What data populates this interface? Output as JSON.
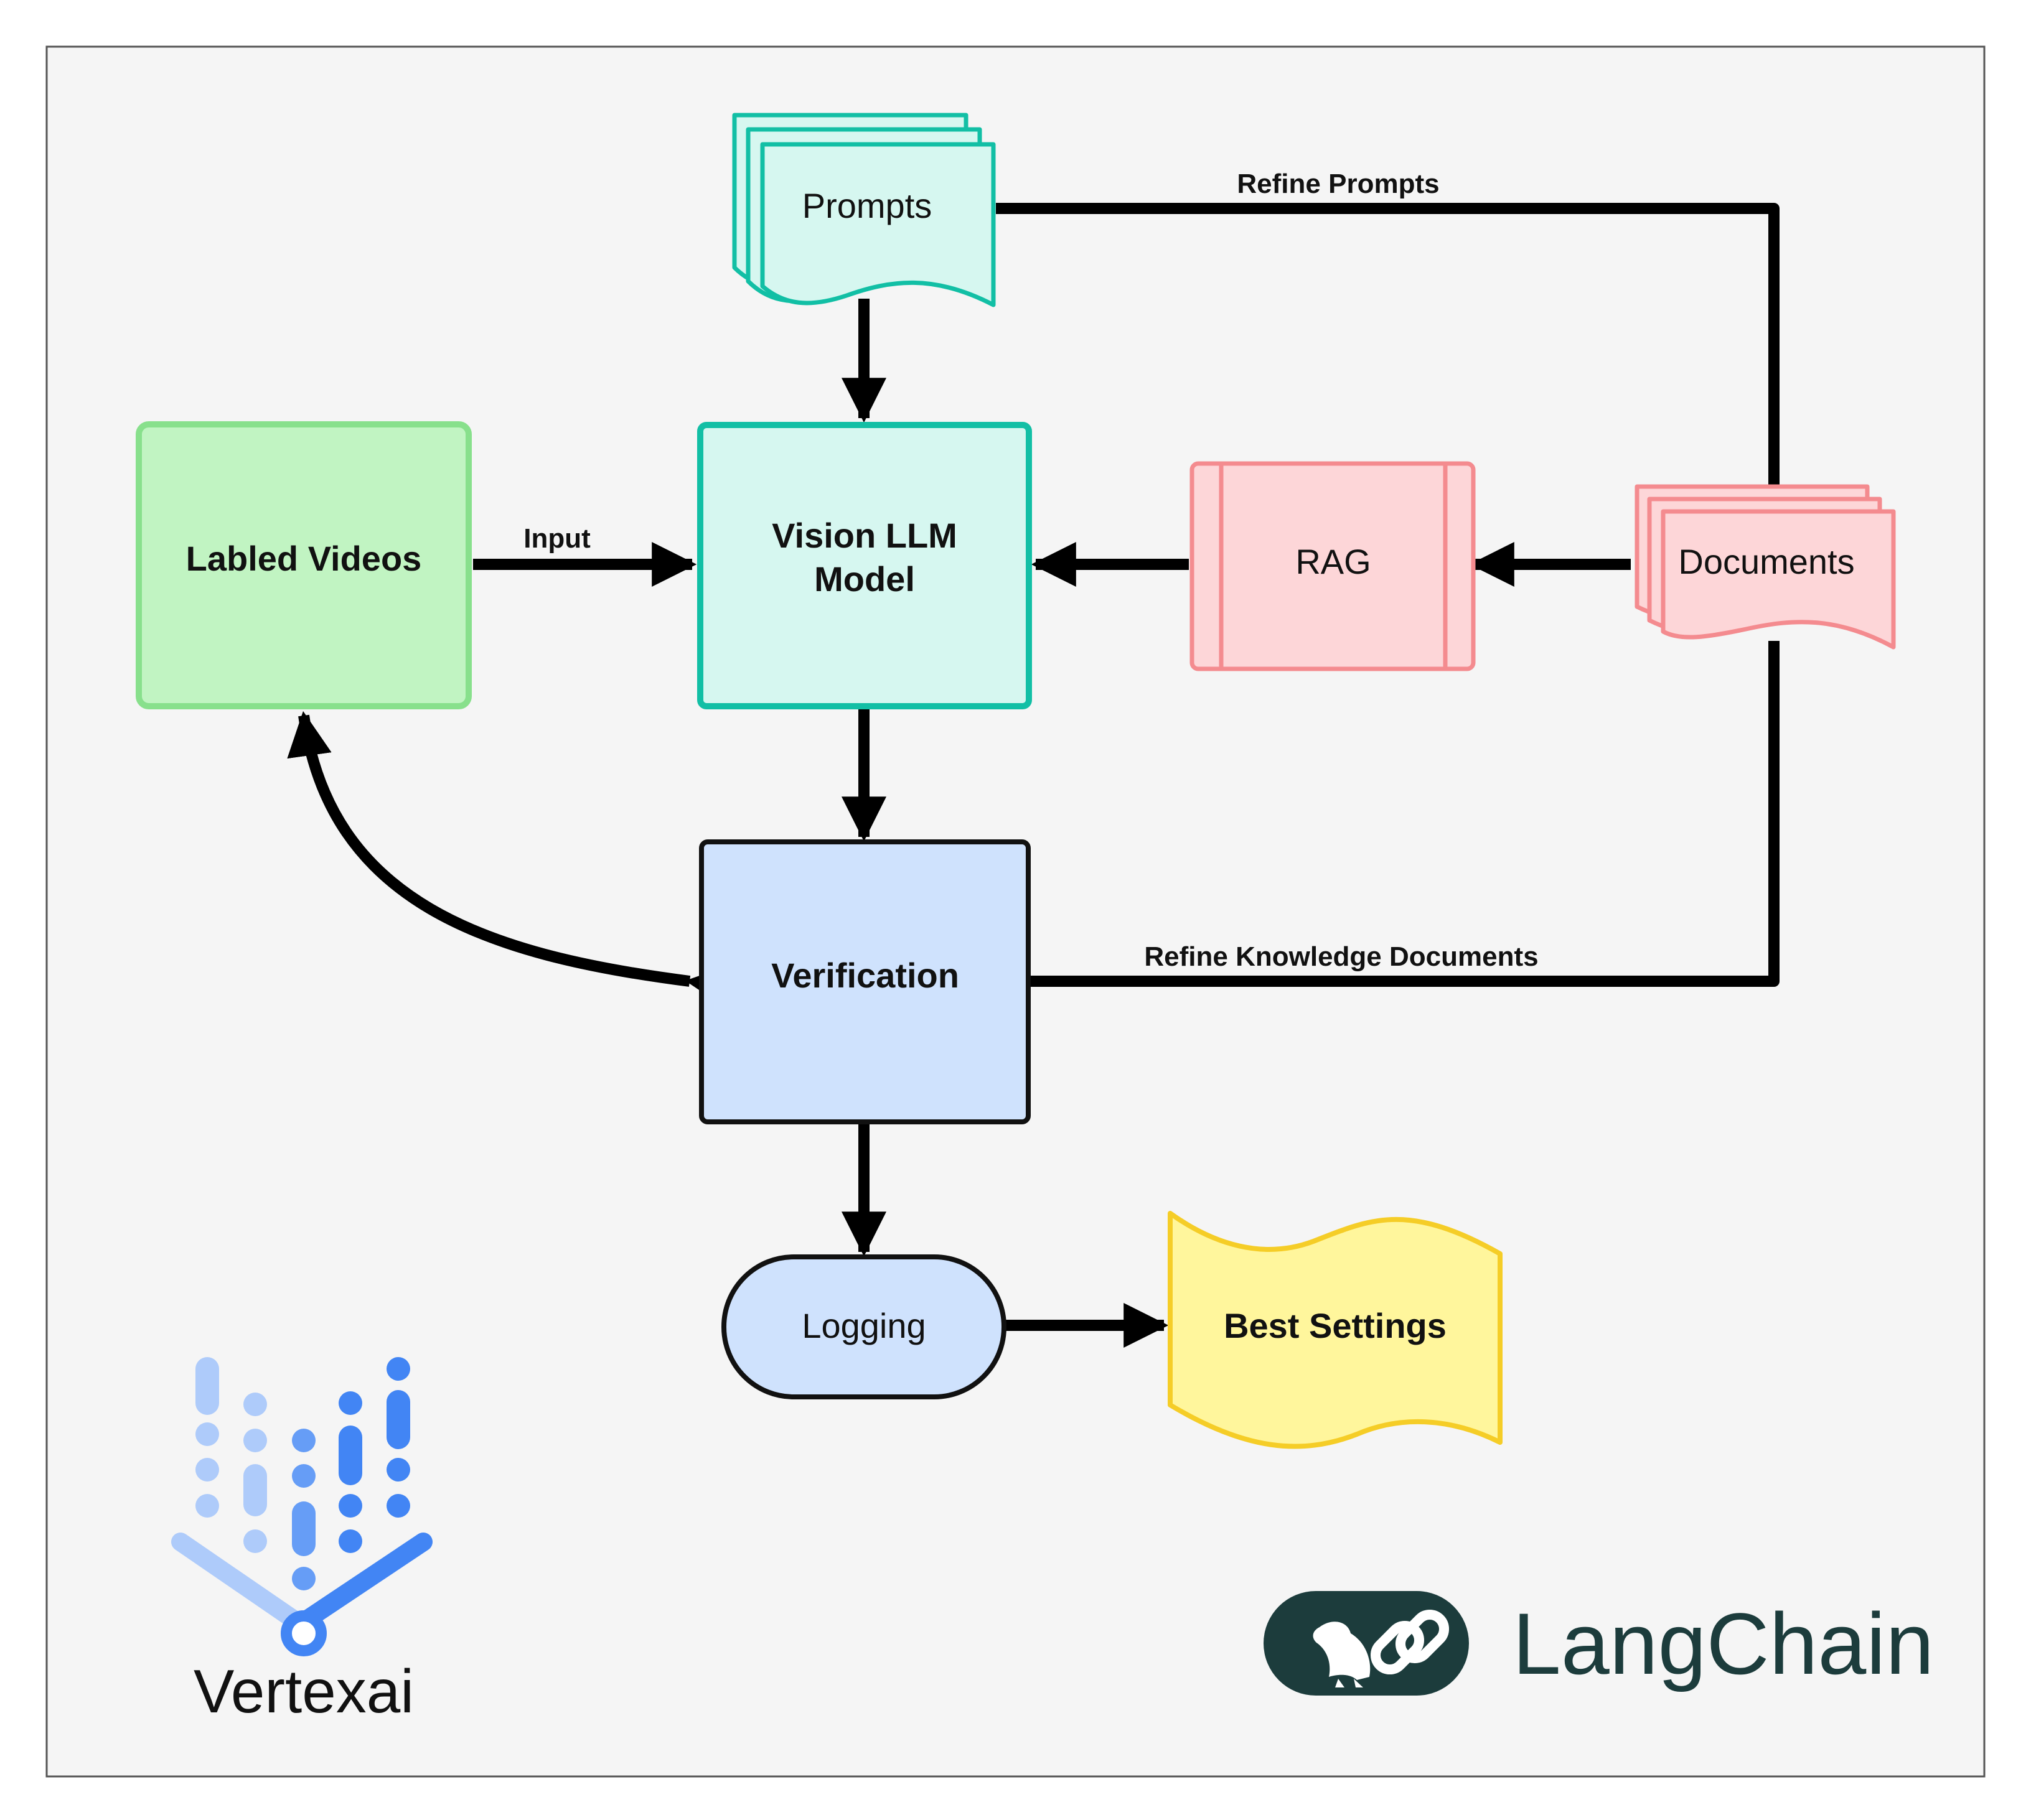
{
  "nodes": {
    "prompts": {
      "label": "Prompts",
      "fill": "#d6f7f0",
      "stroke": "#12bfa5"
    },
    "labeled_videos": {
      "label": "Labled Videos",
      "fill": "#c1f4c2",
      "stroke": "#88e08c"
    },
    "vision_llm": {
      "line1": "Vision LLM",
      "line2": "Model",
      "fill": "#d6f7f0",
      "stroke": "#12bfa5"
    },
    "rag": {
      "label": "RAG",
      "fill": "#fdd6d8",
      "stroke": "#f48b8f"
    },
    "documents": {
      "label": "Documents",
      "fill": "#fdd6d8",
      "stroke": "#f48b8f"
    },
    "verification": {
      "label": "Verification",
      "fill": "#cfe2fd",
      "stroke": "#111111"
    },
    "logging": {
      "label": "Logging",
      "fill": "#cfe2fd",
      "stroke": "#111111"
    },
    "best_settings": {
      "label": "Best Settings",
      "fill": "#fff69c",
      "stroke": "#f5cd27"
    }
  },
  "edges": {
    "input": "Input",
    "refine_prompts": "Refine Prompts",
    "refine_knowledge": "Refine Knowledge Documents"
  },
  "logos": {
    "vertexai": {
      "label": "Vertexai",
      "color_light": "#aecbfa",
      "color_mid": "#669df6",
      "color_dark": "#4285f4"
    },
    "langchain": {
      "label": "LangChain",
      "color": "#1c3c3c"
    }
  },
  "colors": {
    "background": "#f5f5f5",
    "frame": "#555555",
    "edge": "#000000"
  }
}
